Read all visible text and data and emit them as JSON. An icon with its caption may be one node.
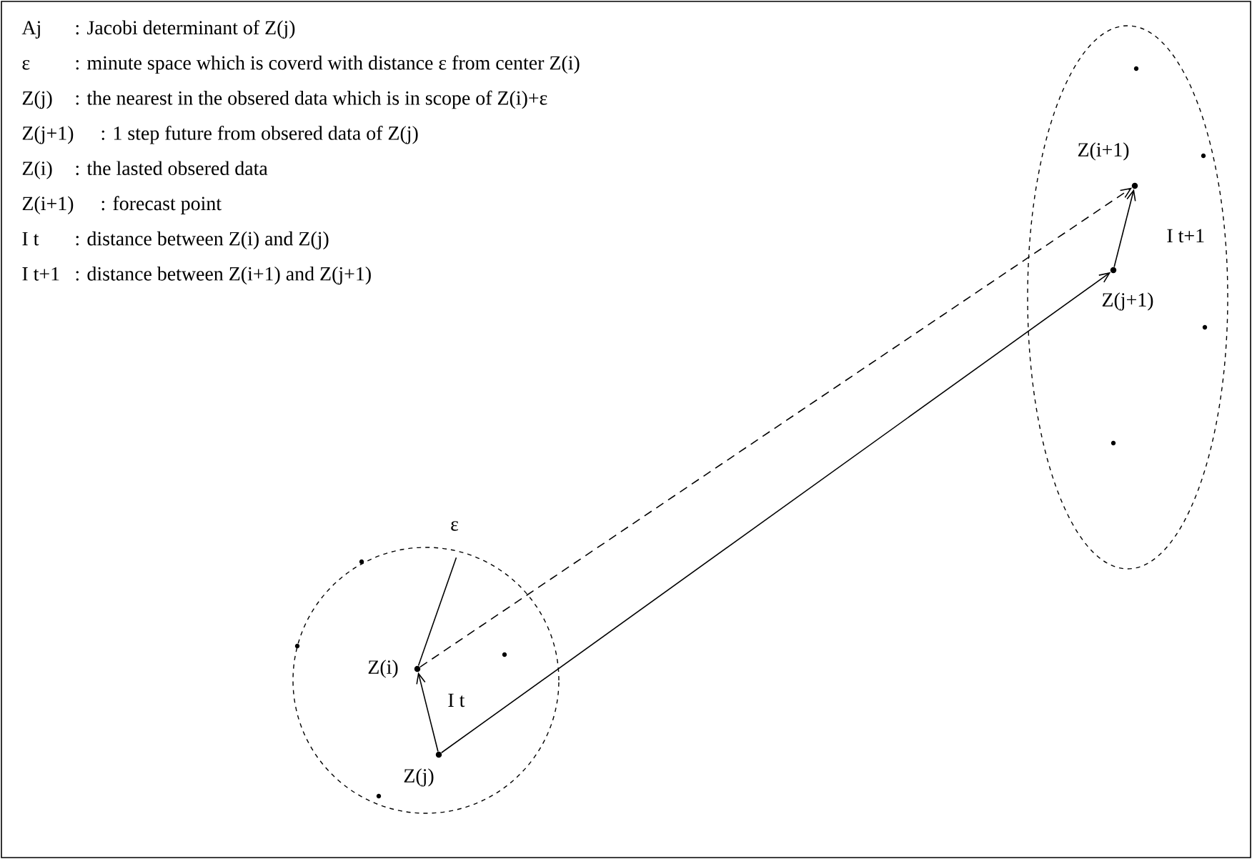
{
  "diagram": {
    "nodes": [
      {
        "text": [],
        "shape": "circle"
      },
      {
        "text": [
          "Z(i)"
        ],
        "in": 0
      },
      {
        "text": [
          "Z(j)"
        ],
        "in": 0
      },
      {
        "text": [
          "ε"
        ]
      },
      {
        "text": [],
        "shape": "ellipse"
      },
      {
        "text": [
          "Z(i+1)"
        ],
        "in": 4
      },
      {
        "text": [
          "Z(j+1)"
        ],
        "in": 4
      }
    ],
    "edges": [
      {
        "from": 2,
        "to": 1,
        "arrow": "to",
        "label": "I t"
      },
      {
        "from": 1,
        "to": 3,
        "arrow": "none"
      },
      {
        "from": 1,
        "to": 5,
        "arrow": "to",
        "style": "dashed"
      },
      {
        "from": 2,
        "to": 6,
        "arrow": "to"
      },
      {
        "from": 6,
        "to": 5,
        "arrow": "to",
        "label": "I t+1"
      }
    ],
    "labels": [
      "Aj",
      ": Jacobi determinant of Z(j)",
      "ε",
      ": minute space which is coverd with distance ε from center Z(i)",
      "Z(j)",
      ": the nearest in the obsered data which is in scope of Z(i)+ε",
      "Z(j+1)",
      ": 1 step future from obsered data of Z(j)",
      "Z(i)",
      ": the lasted obsered data",
      "Z(i+1)",
      ": forecast point",
      "I t",
      ": distance between Z(i) and Z(j)",
      "I t+1",
      ": distance between Z(i+1) and Z(j+1)"
    ]
  }
}
